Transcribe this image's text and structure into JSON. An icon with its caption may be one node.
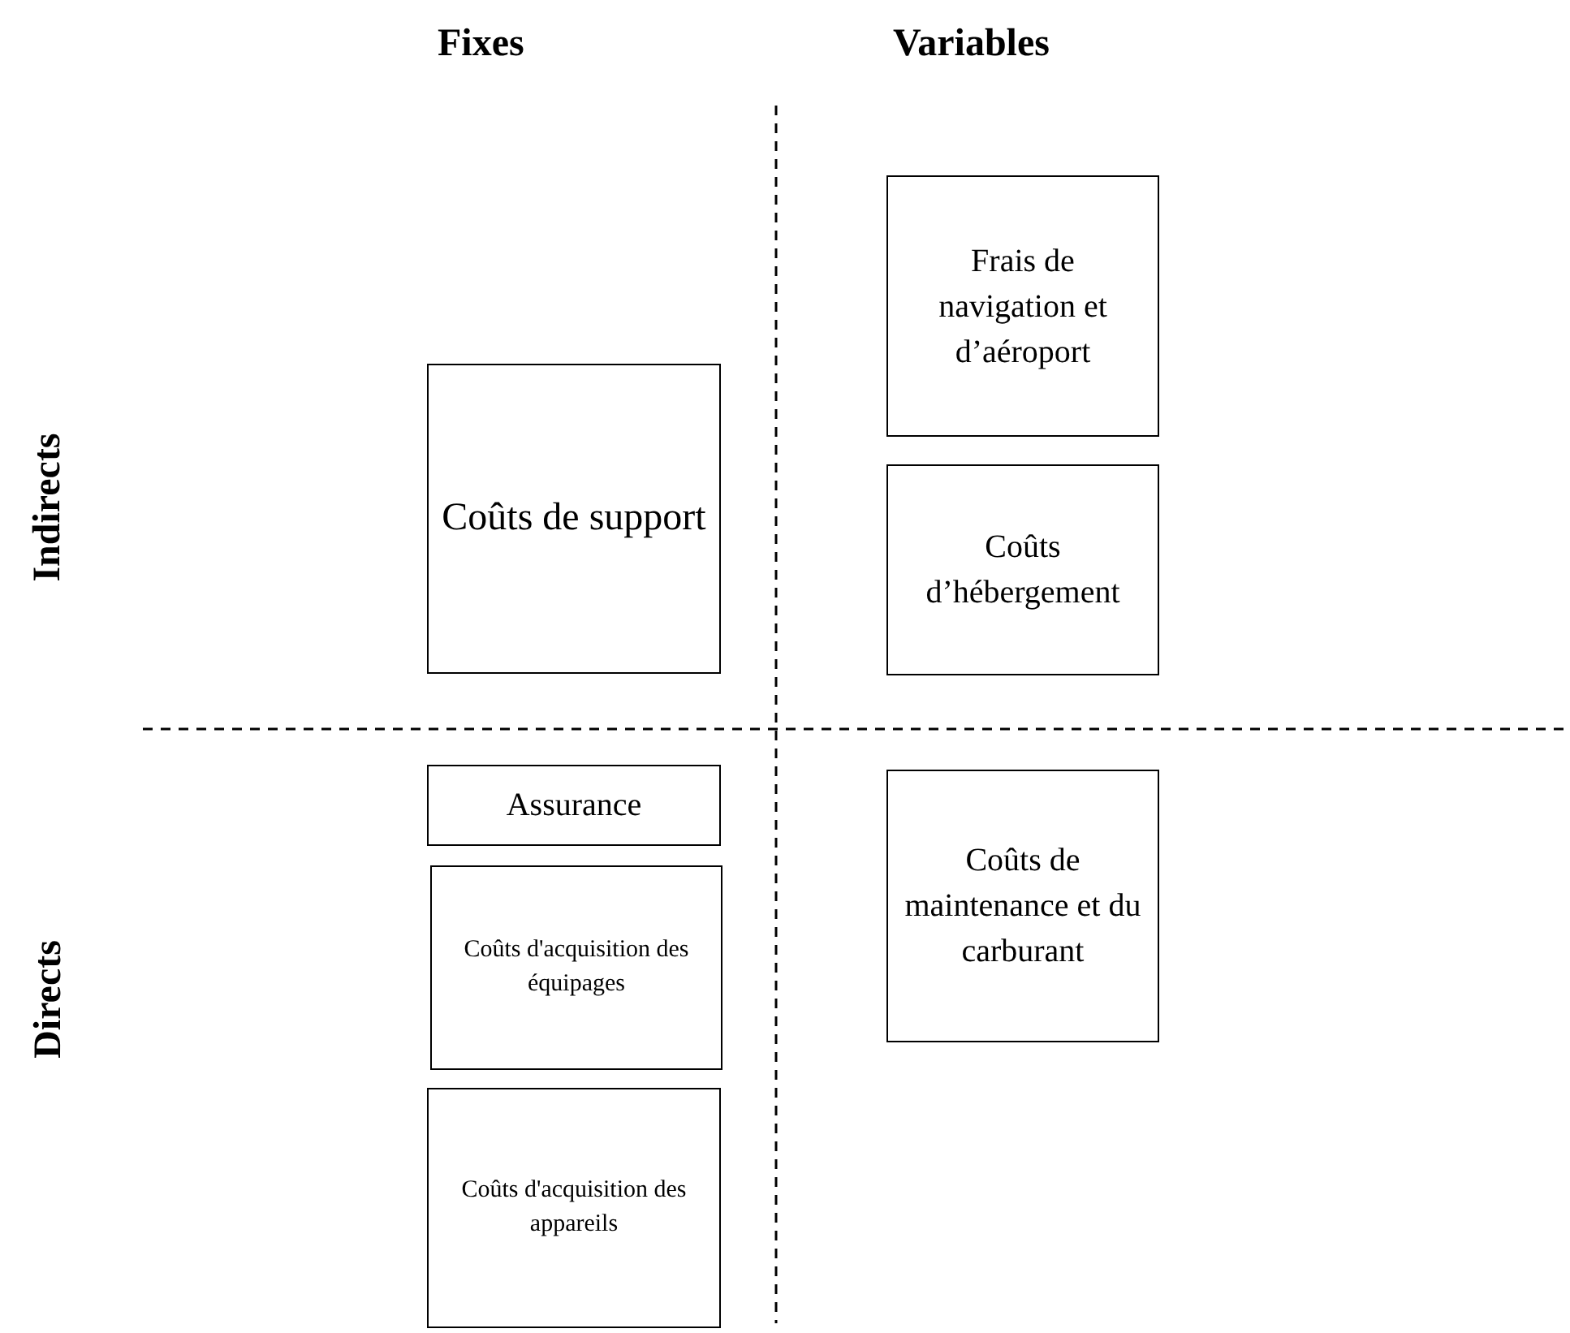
{
  "diagram": {
    "nodes": [
      {
        "text": [
          "Frais de navigation et d’aéroport"
        ]
      },
      {
        "text": [
          "Coûts de support"
        ]
      },
      {
        "text": [
          "Coûts d’hébergement"
        ]
      },
      {
        "text": [
          "Assurance"
        ]
      },
      {
        "text": [
          "Coûts de maintenance et du carburant"
        ]
      },
      {
        "text": [
          "Coûts d'acquisition des équipages"
        ]
      },
      {
        "text": [
          "Coûts d'acquisition des appareils"
        ]
      }
    ],
    "labels": [
      "Fixes",
      "Variables",
      "Indirects",
      "Directs"
    ]
  }
}
